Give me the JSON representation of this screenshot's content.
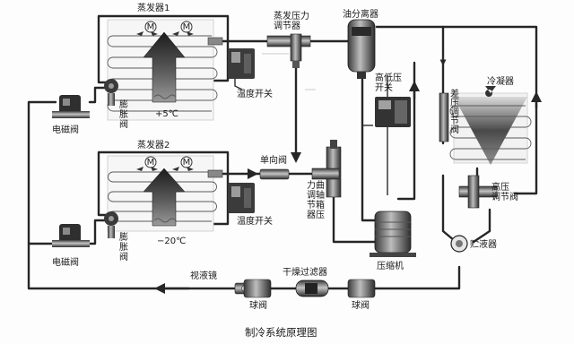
{
  "labels": {
    "evaporator1": "蒸发器1",
    "evaporator2": "蒸发器2",
    "evap_pressure_regulator": "蒸发压力\n调节器",
    "oil_separator": "油分离器",
    "temp_switch_1": "温度开关",
    "temp_switch_2": "温度开关",
    "expansion_valve_1": "膨\n胀\n阀",
    "expansion_valve_2": "膨\n胀\n阀",
    "solenoid_valve_1": "电磁阀",
    "solenoid_valve_2": "电磁阀",
    "temp_plus5": "+5℃",
    "temp_minus20": "−20℃",
    "check_valve": "单向阀",
    "crankcase_regulator": "力曲\n调轴\n节箱\n器压",
    "hi_lo_pressure_switch": "高低压\n开关",
    "diff_pressure_regulator": "差\n压\n调\n节\n阀",
    "condenser": "冷凝器",
    "high_pressure_regulator": "高压\n调节阀",
    "receiver": "贮液器",
    "compressor": "压缩机",
    "sight_glass": "视液镜",
    "filter_drier": "干燥过滤器",
    "ball_valve_1": "球阀",
    "ball_valve_2": "球阀",
    "fan_symbol": "M",
    "caption": "制冷系统原理图"
  }
}
